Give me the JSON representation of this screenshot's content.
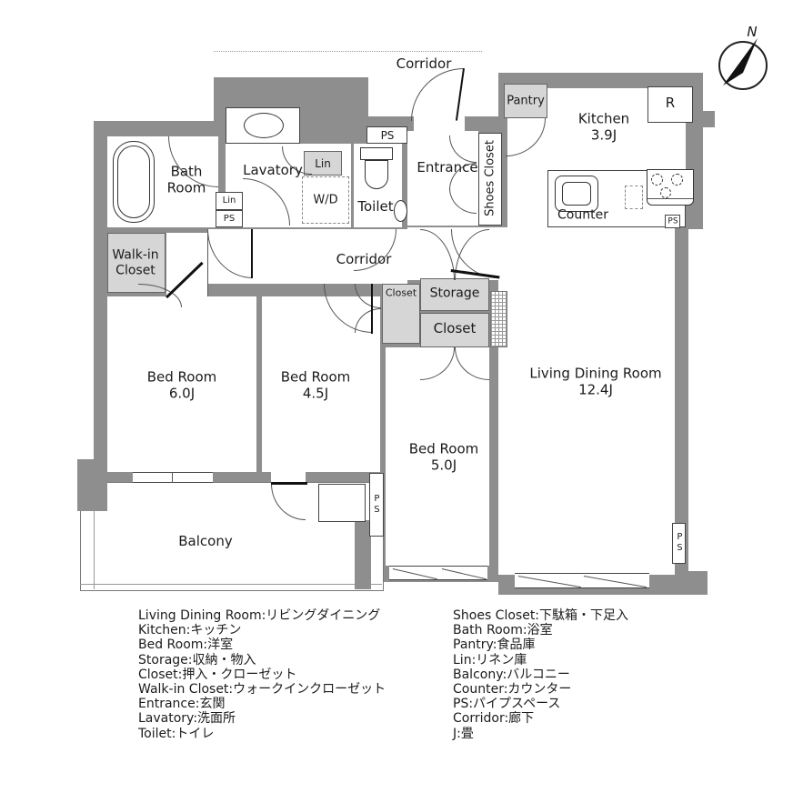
{
  "colors": {
    "wall": "#8e8e8e",
    "closet_fill": "#d6d6d6",
    "line": "#555555",
    "text": "#1b1b1b"
  },
  "compass": {
    "north": "N"
  },
  "plan": {
    "corridor_top": "Corridor",
    "corridor": "Corridor",
    "bath": "Bath Room",
    "lavatory": "Lavatory",
    "lin": "Lin",
    "wd": "W/D",
    "ps": "PS",
    "toilet": "Toilet",
    "entrance": "Entrance",
    "shoes_closet": "Shoes Closet",
    "pantry": "Pantry",
    "kitchen": "Kitchen",
    "kitchen_size": "3.9J",
    "refrigerator": "R",
    "counter": "Counter",
    "walk_in_closet": "Walk-in Closet",
    "bed_room": "Bed Room",
    "bed6_size": "6.0J",
    "bed45_size": "4.5J",
    "bed5_size": "5.0J",
    "living": "Living Dining Room",
    "living_size": "12.4J",
    "storage": "Storage",
    "closet": "Closet",
    "balcony": "Balcony"
  },
  "legend": {
    "left": [
      "Living Dining Room:リビングダイニング",
      "Kitchen:キッチン",
      "Bed Room:洋室",
      "Storage:収納・物入",
      "Closet:押入・クローゼット",
      "Walk-in Closet:ウォークインクローゼット",
      "Entrance:玄関",
      "Lavatory:洗面所",
      "Toilet:トイレ"
    ],
    "right": [
      "Shoes Closet:下駄箱・下足入",
      "Bath Room:浴室",
      "Pantry:食品庫",
      "Lin:リネン庫",
      "Balcony:バルコニー",
      "Counter:カウンター",
      "PS:パイプスペース",
      "Corridor:廊下",
      "J:畳"
    ]
  }
}
